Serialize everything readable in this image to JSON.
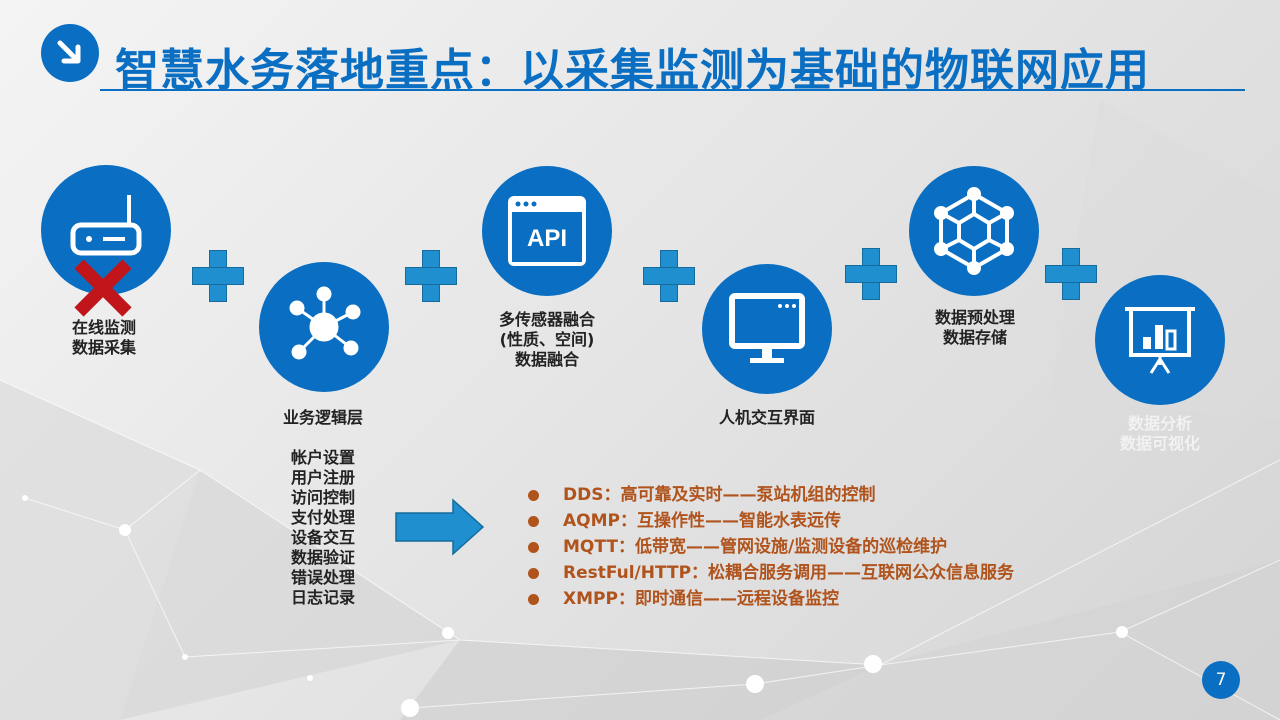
{
  "title": "智慧水务落地重点：以采集监测为基础的物联网应用",
  "colors": {
    "accent": "#0a6fc2",
    "bullet_text": "#b0531c",
    "cross": "#c0161b"
  },
  "nodes": [
    {
      "icon": "router-icon",
      "label_lines": [
        "在线监测",
        "数据采集"
      ]
    },
    {
      "icon": "network-hub-icon",
      "label_lines": [
        "业务逻辑层"
      ],
      "sub_items": [
        "帐户设置",
        "用户注册",
        "访问控制",
        "支付处理",
        "设备交互",
        "数据验证",
        "错误处理",
        "日志记录"
      ]
    },
    {
      "icon": "api-window-icon",
      "icon_text": "API",
      "label_lines": [
        "多传感器融合",
        "(性质、空间)",
        "数据融合"
      ]
    },
    {
      "icon": "monitor-icon",
      "label_lines": [
        "人机交互界面"
      ]
    },
    {
      "icon": "hexagon-network-icon",
      "label_lines": [
        "数据预处理",
        "数据存储"
      ]
    },
    {
      "icon": "presentation-chart-icon",
      "label_lines": [
        "数据分析",
        "数据可视化"
      ]
    }
  ],
  "protocols": [
    "DDS：高可靠及实时——泵站机组的控制",
    "AQMP：互操作性——智能水表远传",
    "MQTT：低带宽——管网设施/监测设备的巡检维护",
    "RestFul/HTTP：松耦合服务调用——互联网公众信息服务",
    "XMPP：即时通信——远程设备监控"
  ],
  "page_number": "7"
}
